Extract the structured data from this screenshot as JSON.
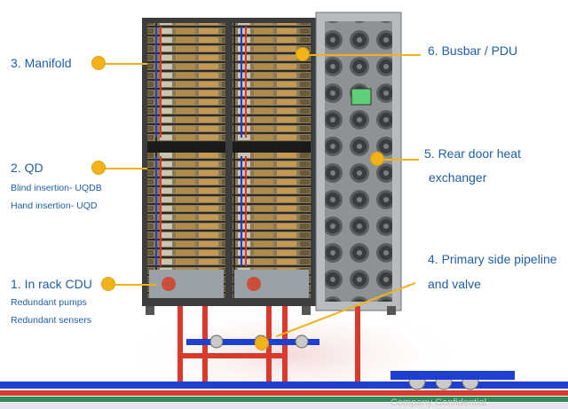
{
  "callouts": {
    "manifold": {
      "title": "3. Manifold"
    },
    "qd": {
      "title": "2. QD",
      "lines": [
        "Blind insertion- UQDB",
        "Hand insertion- UQD"
      ]
    },
    "cdu": {
      "title": "1. In rack CDU",
      "lines": [
        "Redundant pumps",
        "Redundant sensers"
      ]
    },
    "busbar": {
      "title": "6. Busbar / PDU"
    },
    "rdhx": {
      "title": "5. Rear door heat",
      "line2": "exchanger"
    },
    "pipeline": {
      "title": "4. Primary side pipeline",
      "line2": "and valve"
    }
  },
  "footer": {
    "watermark": "Company Confidential"
  },
  "colors": {
    "label_text": "#1f5fa8",
    "callout_dot": "#f2b21a",
    "rack_frame": "#3d3d3d",
    "red_pipe": "#d83a2e",
    "blue_pipe": "#1f3fd0",
    "green_band": "#2e8b57"
  }
}
